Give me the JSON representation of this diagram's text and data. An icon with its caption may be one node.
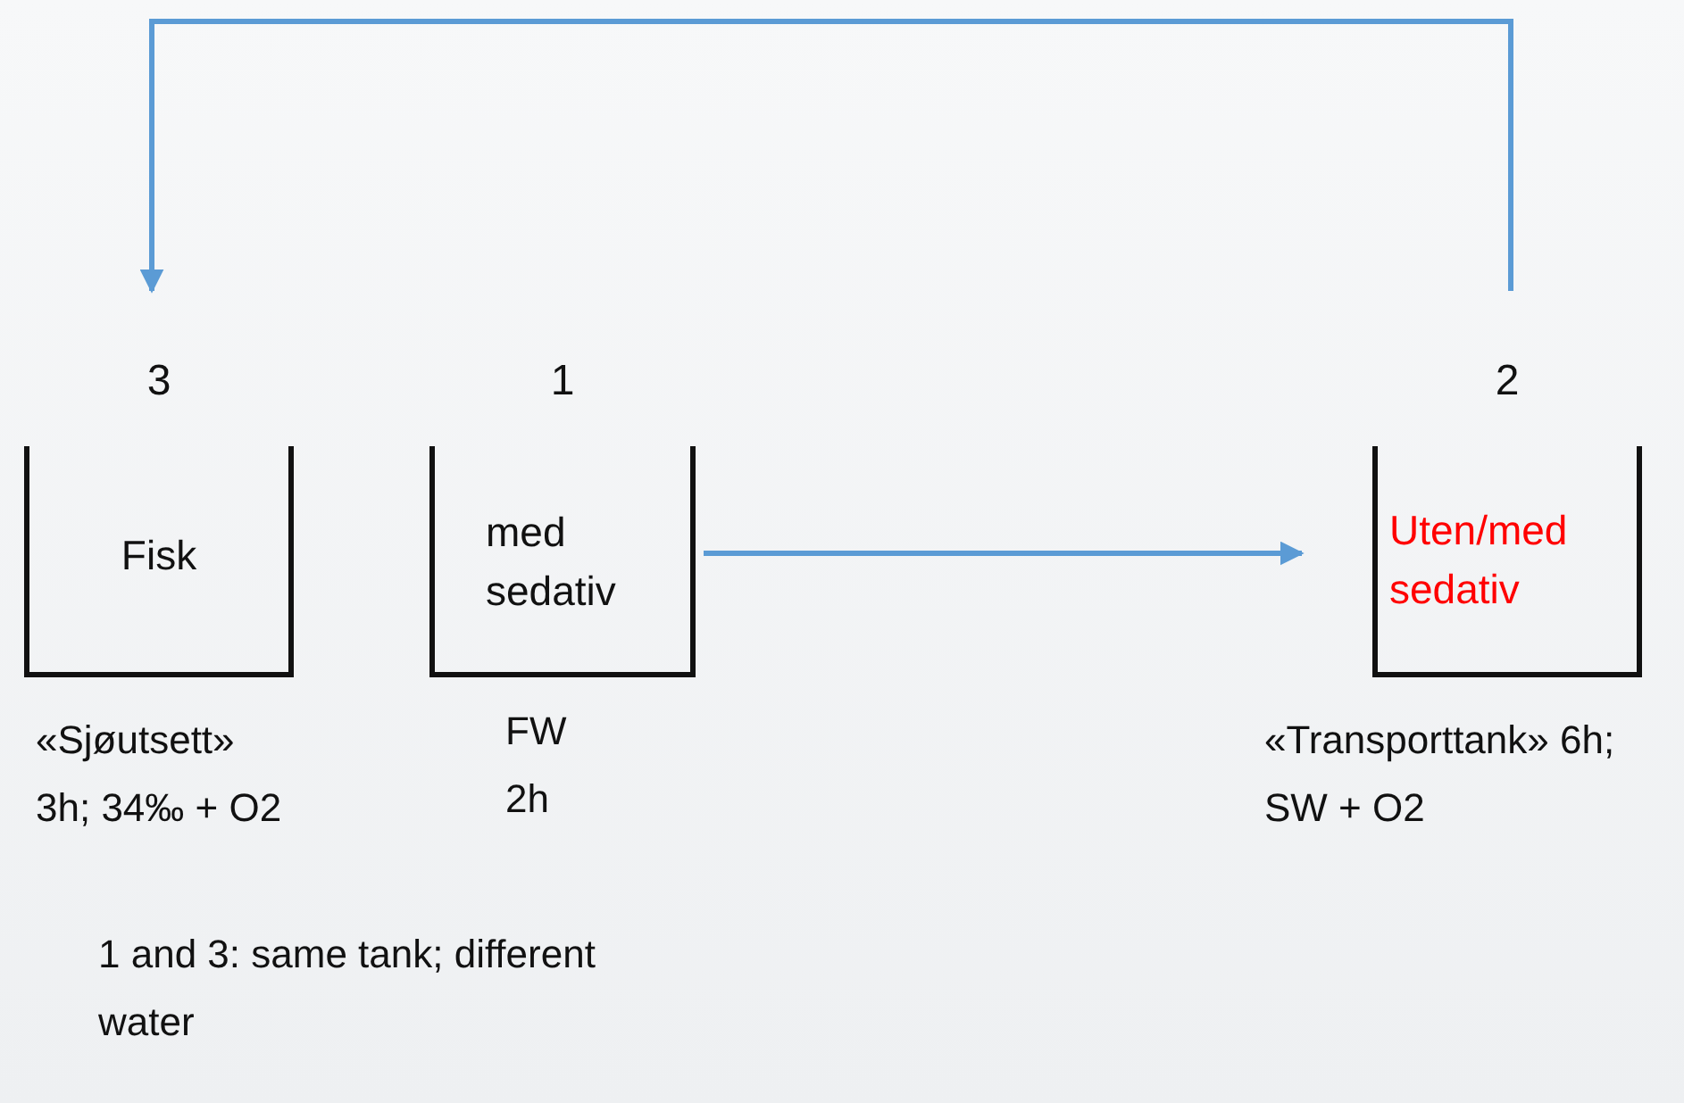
{
  "diagram": {
    "nodes": [
      {
        "text": [
          "3",
          "Fisk"
        ],
        "beside": [
          "«Sjøutsett» 3h; 34‰ + O2"
        ]
      },
      {
        "text": [
          "1",
          "med sedativ"
        ],
        "beside": [
          "FW 2h"
        ]
      },
      {
        "text": [
          "2",
          "Uten/med sedativ"
        ],
        "beside": [
          "«Transporttank» 6h; SW + O2"
        ]
      }
    ],
    "edges": [
      {
        "from": 1,
        "to": 2,
        "arrow": "to"
      },
      {
        "from": 2,
        "to": 0,
        "arrow": "to"
      }
    ],
    "labels": [
      "1 and 3: same tank; different water"
    ]
  }
}
